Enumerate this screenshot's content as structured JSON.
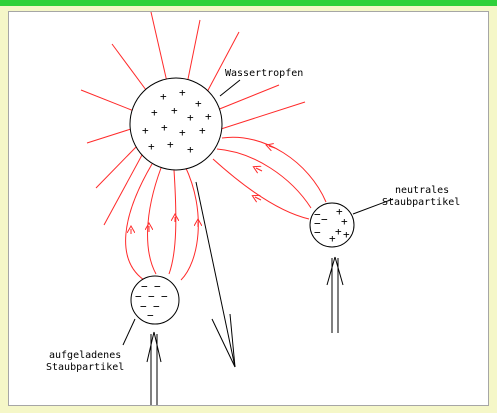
{
  "colors": {
    "background": "#f5f7c8",
    "top_bar": "#2fd13a",
    "frame_border": "#a6a6a6",
    "field_lines": "#ff2a2a",
    "ink": "#000000"
  },
  "diagram": {
    "water_drop_label": "Wassertropfen",
    "neutral_particle_label_line1": "neutrales",
    "neutral_particle_label_line2": "Staubpartikel",
    "charged_particle_label_line1": "aufgeladenes",
    "charged_particle_label_line2": "Staubpartikel",
    "plus_sign": "+",
    "minus_sign": "−"
  }
}
